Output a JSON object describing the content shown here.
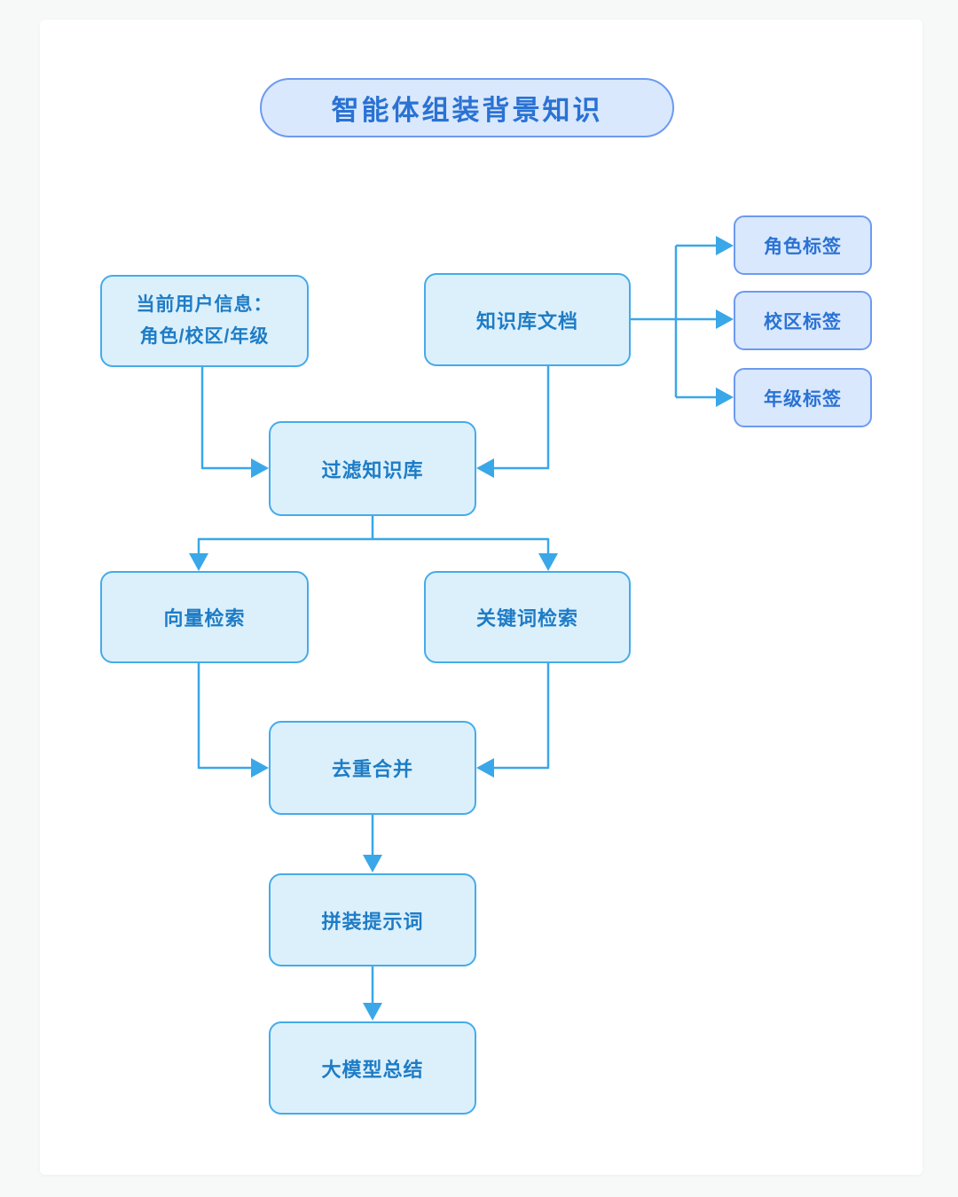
{
  "diagram": {
    "title": "智能体组装背景知识",
    "colors": {
      "page_background": "#f7f8f8",
      "canvas_background": "#ffffff",
      "connector": "#3aa7e8",
      "process_fill": "#dcf0fb",
      "process_border": "#45abe9",
      "process_text": "#1e7cc6",
      "tag_fill": "#d9e8fc",
      "tag_border": "#6d9af0",
      "tag_text": "#2a72d4"
    },
    "nodes": {
      "user_info": {
        "line1": "当前用户信息：",
        "line2": "角色/校区/年级"
      },
      "kb_doc": {
        "label": "知识库文档"
      },
      "tag_role": {
        "label": "角色标签"
      },
      "tag_campus": {
        "label": "校区标签"
      },
      "tag_grade": {
        "label": "年级标签"
      },
      "filter_kb": {
        "label": "过滤知识库"
      },
      "vector_search": {
        "label": "向量检索"
      },
      "keyword_search": {
        "label": "关键词检索"
      },
      "dedup_merge": {
        "label": "去重合并"
      },
      "assemble_prompt": {
        "label": "拼装提示词"
      },
      "llm_summary": {
        "label": "大模型总结"
      }
    },
    "edges": [
      {
        "from": "user_info",
        "to": "filter_kb"
      },
      {
        "from": "kb_doc",
        "to": "filter_kb"
      },
      {
        "from": "kb_doc",
        "to": "tag_role"
      },
      {
        "from": "kb_doc",
        "to": "tag_campus"
      },
      {
        "from": "kb_doc",
        "to": "tag_grade"
      },
      {
        "from": "filter_kb",
        "to": "vector_search"
      },
      {
        "from": "filter_kb",
        "to": "keyword_search"
      },
      {
        "from": "vector_search",
        "to": "dedup_merge"
      },
      {
        "from": "keyword_search",
        "to": "dedup_merge"
      },
      {
        "from": "dedup_merge",
        "to": "assemble_prompt"
      },
      {
        "from": "assemble_prompt",
        "to": "llm_summary"
      }
    ]
  }
}
